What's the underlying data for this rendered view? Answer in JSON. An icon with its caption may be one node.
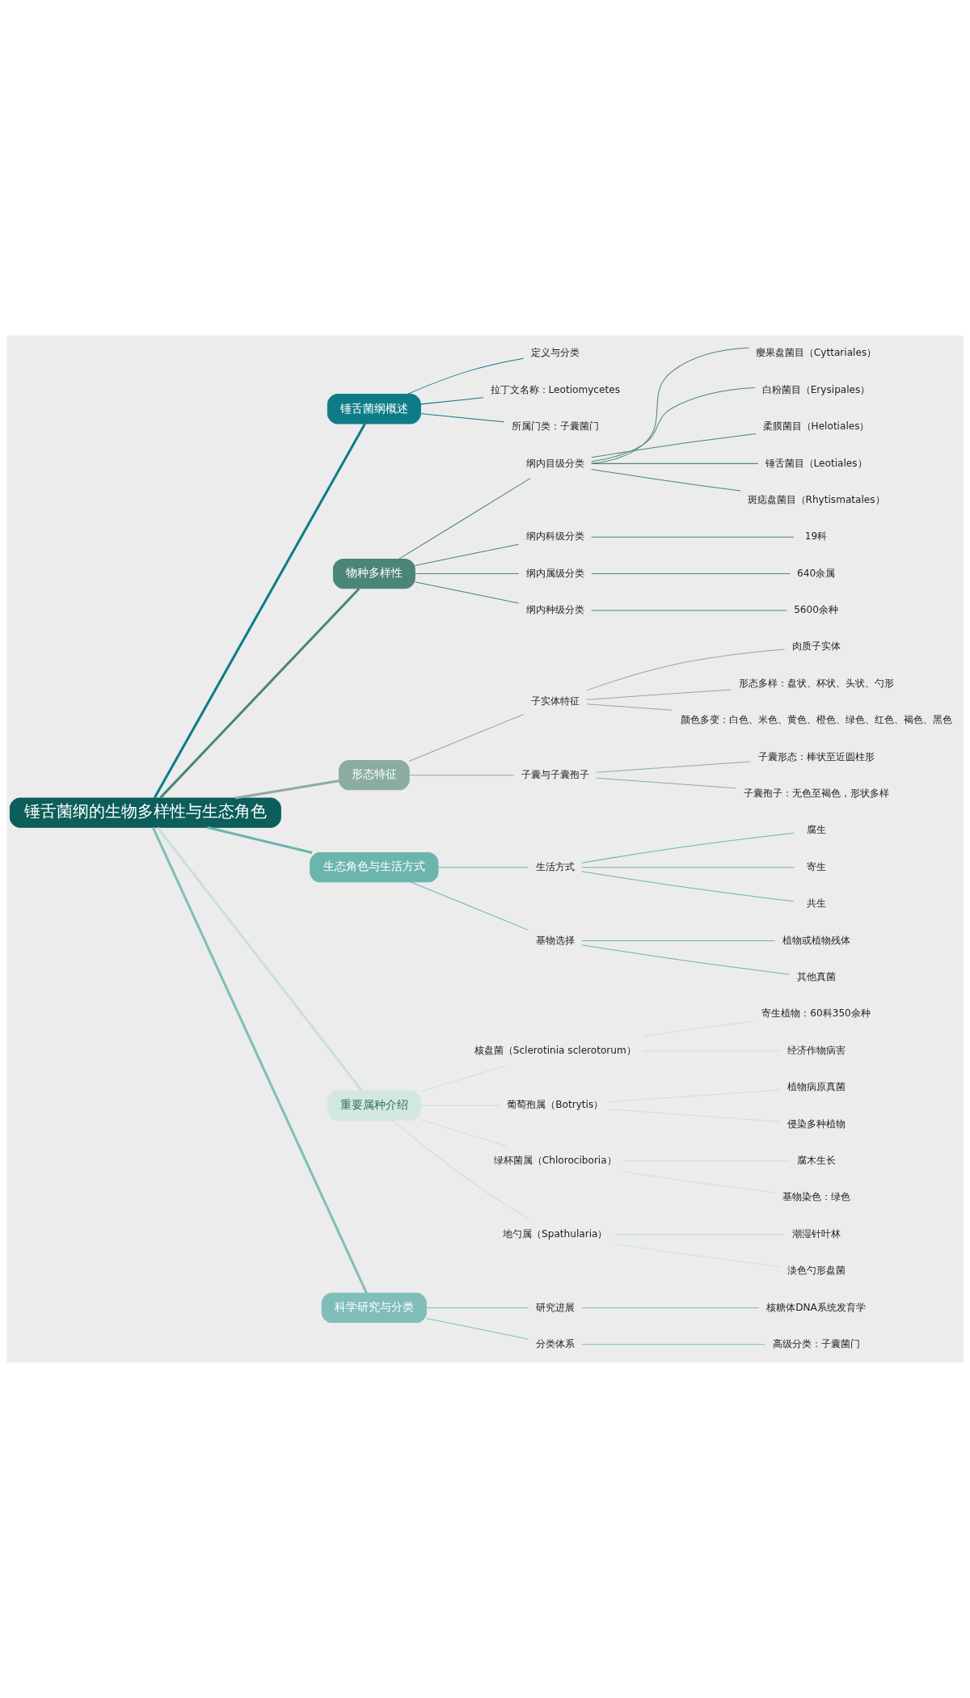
{
  "diagram": {
    "nodes": [
      {
        "text": [
          "锤舌菌纲的生物多样性与生态角色"
        ]
      },
      {
        "text": [
          "锤舌菌纲概述"
        ]
      },
      {
        "text": [
          "定义与分类"
        ]
      },
      {
        "text": [
          "拉丁文名称：Leotiomycetes"
        ]
      },
      {
        "text": [
          "所属门类：子囊菌门"
        ]
      },
      {
        "text": [
          "物种多样性"
        ]
      },
      {
        "text": [
          "纲内目级分类"
        ]
      },
      {
        "text": [
          "瘿果盘菌目（Cyttariales）"
        ]
      },
      {
        "text": [
          "白粉菌目（Erysipales）"
        ]
      },
      {
        "text": [
          "柔膜菌目（Helotiales）"
        ]
      },
      {
        "text": [
          "锤舌菌目（Leotiales）"
        ]
      },
      {
        "text": [
          "斑痣盘菌目（Rhytismatales）"
        ]
      },
      {
        "text": [
          "纲内科级分类"
        ]
      },
      {
        "text": [
          "19科"
        ]
      },
      {
        "text": [
          "纲内属级分类"
        ]
      },
      {
        "text": [
          "640余属"
        ]
      },
      {
        "text": [
          "纲内种级分类"
        ]
      },
      {
        "text": [
          "5600余种"
        ]
      },
      {
        "text": [
          "形态特征"
        ]
      },
      {
        "text": [
          "子实体特征"
        ]
      },
      {
        "text": [
          "肉质子实体"
        ]
      },
      {
        "text": [
          "形态多样：盘状、杯状、头状、勺形"
        ]
      },
      {
        "text": [
          "颜色多变：白色、米色、黄色、橙色、绿色、红色、褐色、黑色"
        ]
      },
      {
        "text": [
          "子囊与子囊孢子"
        ]
      },
      {
        "text": [
          "子囊形态：棒状至近圆柱形"
        ]
      },
      {
        "text": [
          "子囊孢子：无色至褐色，形状多样"
        ]
      },
      {
        "text": [
          "生态角色与生活方式"
        ]
      },
      {
        "text": [
          "生活方式"
        ]
      },
      {
        "text": [
          "腐生"
        ]
      },
      {
        "text": [
          "寄生"
        ]
      },
      {
        "text": [
          "共生"
        ]
      },
      {
        "text": [
          "基物选择"
        ]
      },
      {
        "text": [
          "植物或植物残体"
        ]
      },
      {
        "text": [
          "其他真菌"
        ]
      },
      {
        "text": [
          "重要属种介绍"
        ]
      },
      {
        "text": [
          "核盘菌（Sclerotinia sclerotorum）"
        ]
      },
      {
        "text": [
          "寄生植物：60科350余种"
        ]
      },
      {
        "text": [
          "经济作物病害"
        ]
      },
      {
        "text": [
          "葡萄孢属（Botrytis）"
        ]
      },
      {
        "text": [
          "植物病原真菌"
        ]
      },
      {
        "text": [
          "侵染多种植物"
        ]
      },
      {
        "text": [
          "绿杯菌属（Chlorociboria）"
        ]
      },
      {
        "text": [
          "腐木生长"
        ]
      },
      {
        "text": [
          "基物染色：绿色"
        ]
      },
      {
        "text": [
          "地勺属（Spathularia）"
        ]
      },
      {
        "text": [
          "潮湿针叶林"
        ]
      },
      {
        "text": [
          "淡色勺形盘菌"
        ]
      },
      {
        "text": [
          "科学研究与分类"
        ]
      },
      {
        "text": [
          "研究进展"
        ]
      },
      {
        "text": [
          "核糖体DNA系统发育学"
        ]
      },
      {
        "text": [
          "分类体系"
        ]
      },
      {
        "text": [
          "高级分类：子囊菌门"
        ]
      }
    ],
    "edges": [
      {
        "from": 0,
        "to": 1,
        "arrow": "none",
        "color": "#0e7c86"
      },
      {
        "from": 1,
        "to": 2,
        "arrow": "none",
        "color": "#0e7c86"
      },
      {
        "from": 1,
        "to": 3,
        "arrow": "none",
        "color": "#0e7c86"
      },
      {
        "from": 1,
        "to": 4,
        "arrow": "none",
        "color": "#0e7c86"
      },
      {
        "from": 0,
        "to": 5,
        "arrow": "none",
        "color": "#4b8579"
      },
      {
        "from": 5,
        "to": 6,
        "arrow": "none",
        "color": "#4b8579"
      },
      {
        "from": 6,
        "to": 7,
        "arrow": "none",
        "color": "#4b8579"
      },
      {
        "from": 6,
        "to": 8,
        "arrow": "none",
        "color": "#4b8579"
      },
      {
        "from": 6,
        "to": 9,
        "arrow": "none",
        "color": "#4b8579"
      },
      {
        "from": 6,
        "to": 10,
        "arrow": "none",
        "color": "#4b8579"
      },
      {
        "from": 6,
        "to": 11,
        "arrow": "none",
        "color": "#4b8579"
      },
      {
        "from": 5,
        "to": 12,
        "arrow": "none",
        "color": "#4b8579"
      },
      {
        "from": 12,
        "to": 13,
        "arrow": "none",
        "color": "#4b8579"
      },
      {
        "from": 5,
        "to": 14,
        "arrow": "none",
        "color": "#4b8579"
      },
      {
        "from": 14,
        "to": 15,
        "arrow": "none",
        "color": "#4b8579"
      },
      {
        "from": 5,
        "to": 16,
        "arrow": "none",
        "color": "#4b8579"
      },
      {
        "from": 16,
        "to": 17,
        "arrow": "none",
        "color": "#4b8579"
      },
      {
        "from": 0,
        "to": 18,
        "arrow": "none",
        "color": "#8aada0"
      },
      {
        "from": 18,
        "to": 19,
        "arrow": "none",
        "color": "#8aada0"
      },
      {
        "from": 19,
        "to": 20,
        "arrow": "none",
        "color": "#8aada0"
      },
      {
        "from": 19,
        "to": 21,
        "arrow": "none",
        "color": "#8aada0"
      },
      {
        "from": 19,
        "to": 22,
        "arrow": "none",
        "color": "#8aada0"
      },
      {
        "from": 18,
        "to": 23,
        "arrow": "none",
        "color": "#8aada0"
      },
      {
        "from": 23,
        "to": 24,
        "arrow": "none",
        "color": "#8aada0"
      },
      {
        "from": 23,
        "to": 25,
        "arrow": "none",
        "color": "#8aada0"
      },
      {
        "from": 0,
        "to": 26,
        "arrow": "none",
        "color": "#6cb5ad"
      },
      {
        "from": 26,
        "to": 27,
        "arrow": "none",
        "color": "#6cb5ad"
      },
      {
        "from": 27,
        "to": 28,
        "arrow": "none",
        "color": "#6cb5ad"
      },
      {
        "from": 27,
        "to": 29,
        "arrow": "none",
        "color": "#6cb5ad"
      },
      {
        "from": 27,
        "to": 30,
        "arrow": "none",
        "color": "#6cb5ad"
      },
      {
        "from": 26,
        "to": 31,
        "arrow": "none",
        "color": "#6cb5ad"
      },
      {
        "from": 31,
        "to": 32,
        "arrow": "none",
        "color": "#6cb5ad"
      },
      {
        "from": 31,
        "to": 33,
        "arrow": "none",
        "color": "#6cb5ad"
      },
      {
        "from": 0,
        "to": 34,
        "arrow": "none",
        "color": "#c9e0d9"
      },
      {
        "from": 34,
        "to": 35,
        "arrow": "none",
        "color": "#c9e0d9"
      },
      {
        "from": 35,
        "to": 36,
        "arrow": "none",
        "color": "#c9e0d9"
      },
      {
        "from": 35,
        "to": 37,
        "arrow": "none",
        "color": "#c9e0d9"
      },
      {
        "from": 34,
        "to": 38,
        "arrow": "none",
        "color": "#c9e0d9"
      },
      {
        "from": 38,
        "to": 39,
        "arrow": "none",
        "color": "#c9e0d9"
      },
      {
        "from": 38,
        "to": 40,
        "arrow": "none",
        "color": "#c9e0d9"
      },
      {
        "from": 34,
        "to": 41,
        "arrow": "none",
        "color": "#c9e0d9"
      },
      {
        "from": 41,
        "to": 42,
        "arrow": "none",
        "color": "#c9e0d9"
      },
      {
        "from": 41,
        "to": 43,
        "arrow": "none",
        "color": "#c9e0d9"
      },
      {
        "from": 34,
        "to": 44,
        "arrow": "none",
        "color": "#c9e0d9"
      },
      {
        "from": 44,
        "to": 45,
        "arrow": "none",
        "color": "#c9e0d9"
      },
      {
        "from": 44,
        "to": 46,
        "arrow": "none",
        "color": "#c9e0d9"
      },
      {
        "from": 0,
        "to": 47,
        "arrow": "none",
        "color": "#7fbeb9"
      },
      {
        "from": 47,
        "to": 48,
        "arrow": "none",
        "color": "#7fbeb9"
      },
      {
        "from": 48,
        "to": 49,
        "arrow": "none",
        "color": "#7fbeb9"
      },
      {
        "from": 47,
        "to": 50,
        "arrow": "none",
        "color": "#7fbeb9"
      },
      {
        "from": 50,
        "to": 51,
        "arrow": "none",
        "color": "#7fbeb9"
      }
    ]
  }
}
